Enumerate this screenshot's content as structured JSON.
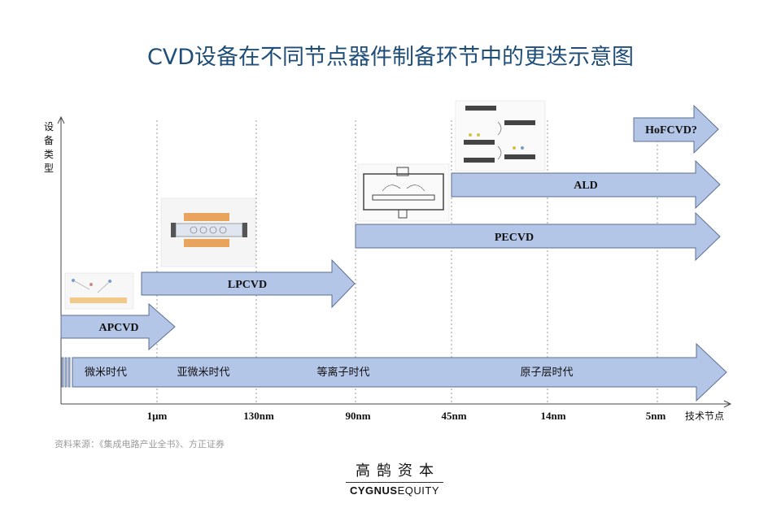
{
  "title": "CVD设备在不同节点器件制备环节中的更迭示意图",
  "y_axis_label": [
    "设",
    "备",
    "类",
    "型"
  ],
  "x_axis_label": "技术节点",
  "nodes": [
    "1μm",
    "130nm",
    "90nm",
    "45nm",
    "14nm",
    "5nm"
  ],
  "eras": [
    "微米时代",
    "亚微米时代",
    "等离子时代",
    "原子层时代"
  ],
  "equipment": [
    {
      "name": "APCVD",
      "start_node": null,
      "end_node": "1μm"
    },
    {
      "name": "LPCVD",
      "start_node": "1μm",
      "end_node": "90nm"
    },
    {
      "name": "PECVD",
      "start_node": "90nm",
      "end_node": null
    },
    {
      "name": "ALD",
      "start_node": "45nm",
      "end_node": null
    },
    {
      "name": "HoFCVD?",
      "start_node": "5nm",
      "end_node": null
    }
  ],
  "source": "资料来源：《集成电路产业全书》、方正证券",
  "brand": {
    "cn": "高鹄资本",
    "en_bold": "CYGNUS",
    "en_light": "EQUITY"
  },
  "colors": {
    "arrow_fill": "#b4c6e7",
    "arrow_stroke": "#5b6f91",
    "title": "#1f4e79",
    "grid": "#9a9a9a"
  }
}
